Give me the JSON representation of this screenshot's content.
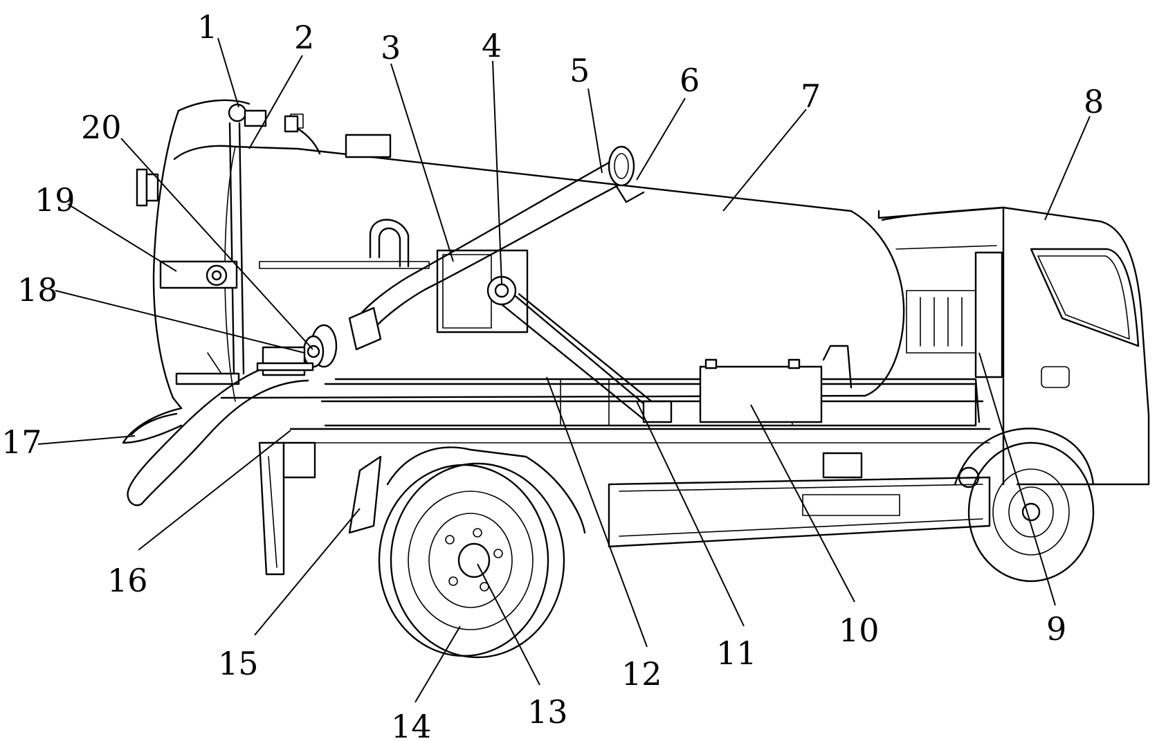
{
  "callouts": [
    {
      "id": "1",
      "text": "1"
    },
    {
      "id": "2",
      "text": "2"
    },
    {
      "id": "3",
      "text": "3"
    },
    {
      "id": "4",
      "text": "4"
    },
    {
      "id": "5",
      "text": "5"
    },
    {
      "id": "6",
      "text": "6"
    },
    {
      "id": "7",
      "text": "7"
    },
    {
      "id": "8",
      "text": "8"
    },
    {
      "id": "9",
      "text": "9"
    },
    {
      "id": "10",
      "text": "10"
    },
    {
      "id": "11",
      "text": "11"
    },
    {
      "id": "12",
      "text": "12"
    },
    {
      "id": "13",
      "text": "13"
    },
    {
      "id": "14",
      "text": "14"
    },
    {
      "id": "15",
      "text": "15"
    },
    {
      "id": "16",
      "text": "16"
    },
    {
      "id": "17",
      "text": "17"
    },
    {
      "id": "18",
      "text": "18"
    },
    {
      "id": "19",
      "text": "19"
    },
    {
      "id": "20",
      "text": "20"
    }
  ],
  "colors": {
    "line": "#000000",
    "background": "#ffffff"
  }
}
